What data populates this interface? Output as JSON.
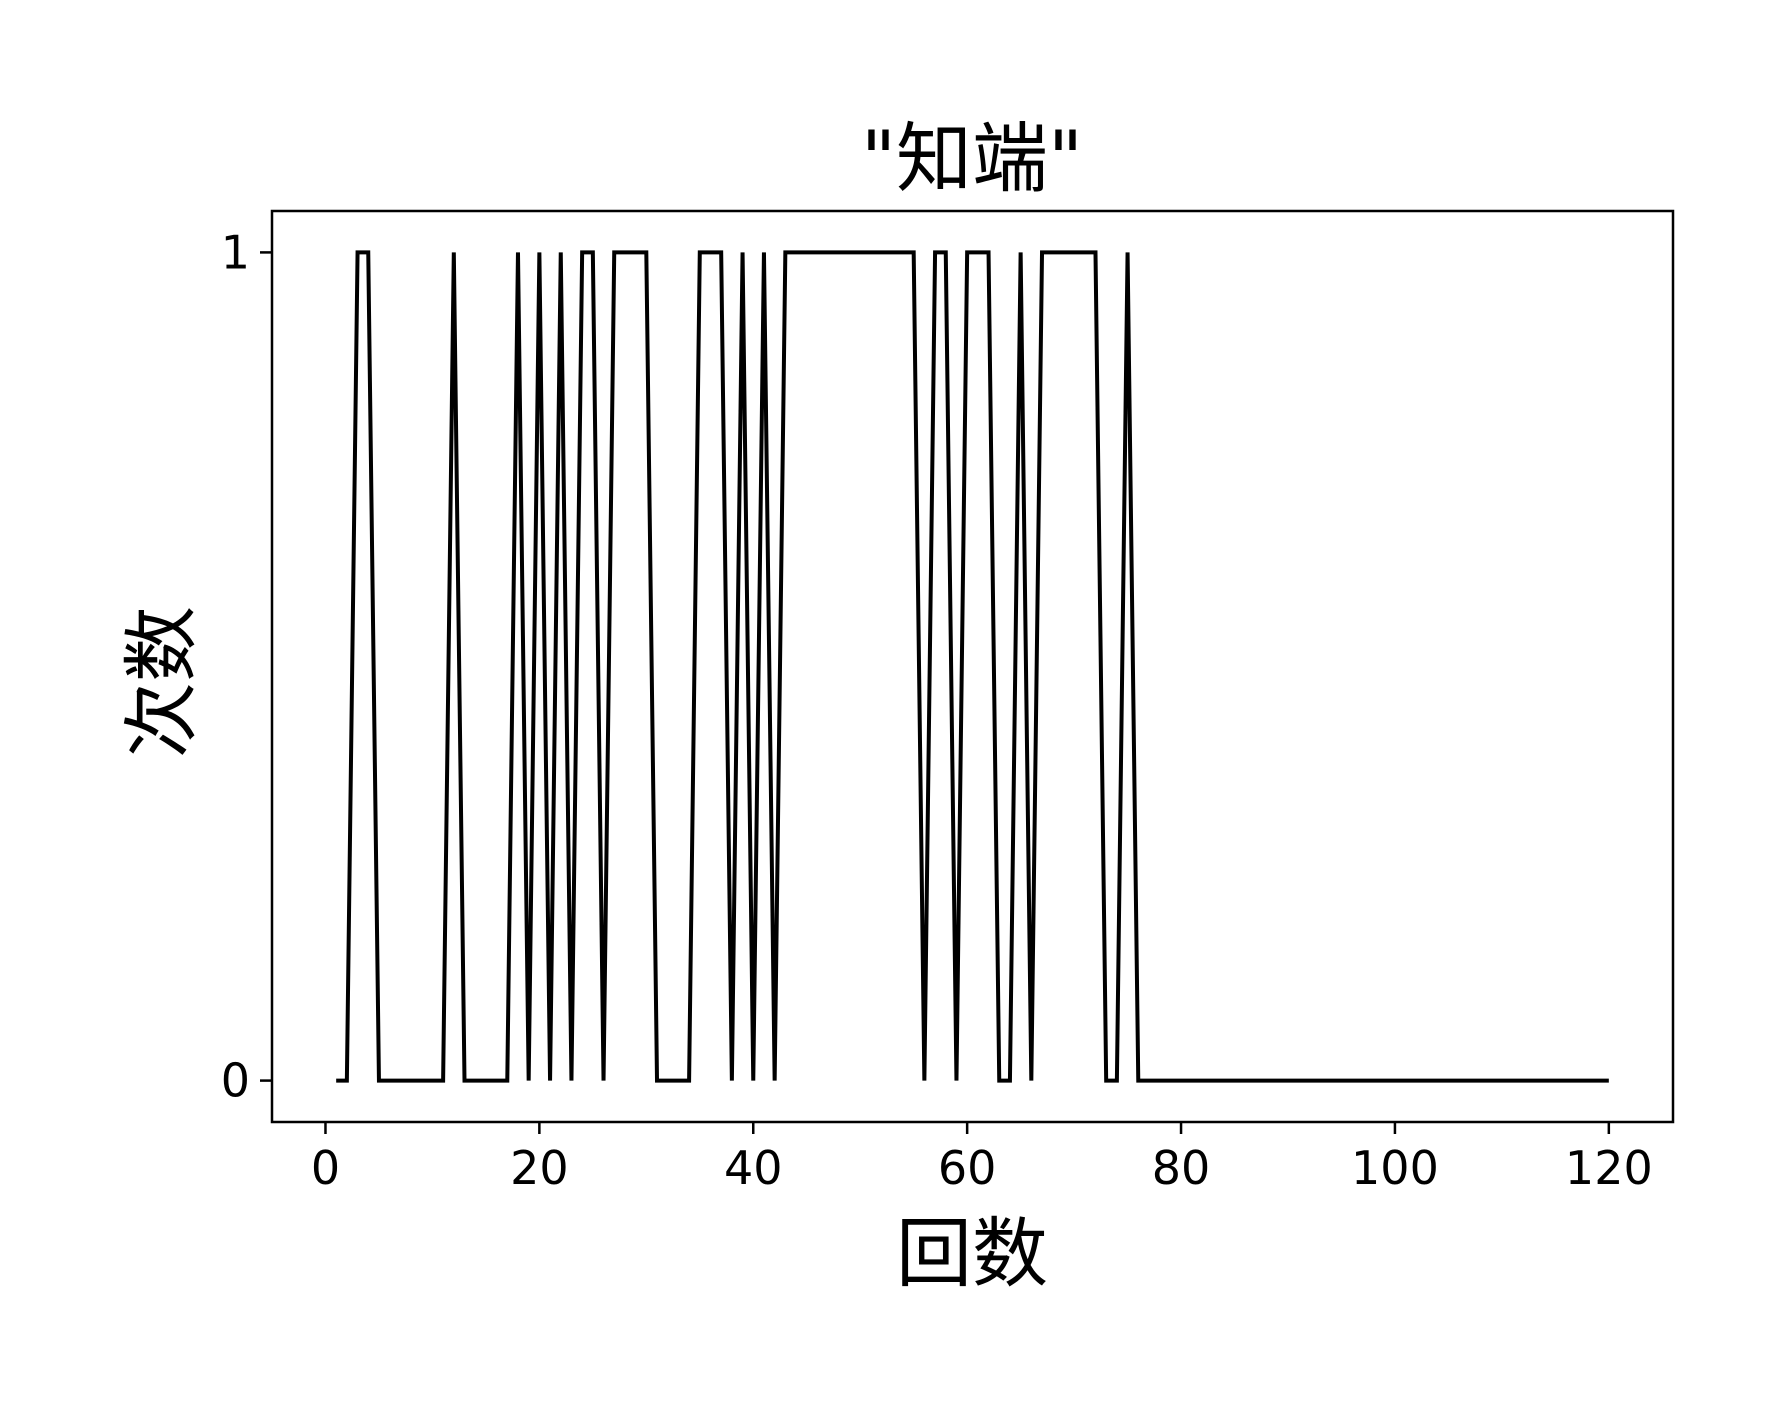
{
  "chart_data": {
    "type": "line",
    "title": "\"知端\"",
    "xlabel": "回数",
    "ylabel": "次数",
    "xlim": [
      -5,
      126
    ],
    "ylim": [
      -0.05,
      1.05
    ],
    "xticks": [
      0,
      20,
      40,
      60,
      80,
      100,
      120
    ],
    "yticks": [
      0,
      1
    ],
    "xtick_labels": [
      "0",
      "20",
      "40",
      "60",
      "80",
      "100",
      "120"
    ],
    "ytick_labels": [
      "0",
      "1"
    ],
    "grid": false,
    "legend": "none",
    "series": [
      {
        "color": "#000000",
        "x": [
          1,
          2,
          3,
          4,
          5,
          6,
          7,
          8,
          9,
          10,
          11,
          12,
          13,
          14,
          15,
          16,
          17,
          18,
          19,
          20,
          21,
          22,
          23,
          24,
          25,
          26,
          27,
          28,
          29,
          30,
          31,
          32,
          33,
          34,
          35,
          36,
          37,
          38,
          39,
          40,
          41,
          42,
          43,
          44,
          45,
          46,
          47,
          48,
          49,
          50,
          51,
          52,
          53,
          54,
          55,
          56,
          57,
          58,
          59,
          60,
          61,
          62,
          63,
          64,
          65,
          66,
          67,
          68,
          69,
          70,
          71,
          72,
          73,
          74,
          75,
          76,
          77,
          78,
          79,
          80,
          81,
          82,
          83,
          84,
          85,
          86,
          87,
          88,
          89,
          90,
          91,
          92,
          93,
          94,
          95,
          96,
          97,
          98,
          99,
          100,
          101,
          102,
          103,
          104,
          105,
          106,
          107,
          108,
          109,
          110,
          111,
          112,
          113,
          114,
          115,
          116,
          117,
          118,
          119,
          120
        ],
        "y": [
          0,
          0,
          1,
          1,
          0,
          0,
          0,
          0,
          0,
          0,
          0,
          1,
          0,
          0,
          0,
          0,
          0,
          1,
          0,
          1,
          0,
          1,
          0,
          1,
          1,
          0,
          1,
          1,
          1,
          1,
          0,
          0,
          0,
          0,
          1,
          1,
          1,
          0,
          1,
          0,
          1,
          0,
          1,
          1,
          1,
          1,
          1,
          1,
          1,
          1,
          1,
          1,
          1,
          1,
          1,
          0,
          1,
          1,
          0,
          1,
          1,
          1,
          0,
          0,
          1,
          0,
          1,
          1,
          1,
          1,
          1,
          1,
          0,
          0,
          1,
          0,
          0,
          0,
          0,
          0,
          0,
          0,
          0,
          0,
          0,
          0,
          0,
          0,
          0,
          0,
          0,
          0,
          0,
          0,
          0,
          0,
          0,
          0,
          0,
          0,
          0,
          0,
          0,
          0,
          0,
          0,
          0,
          0,
          0,
          0,
          0,
          0,
          0,
          0,
          0,
          0,
          0,
          0,
          0,
          0
        ]
      }
    ]
  }
}
